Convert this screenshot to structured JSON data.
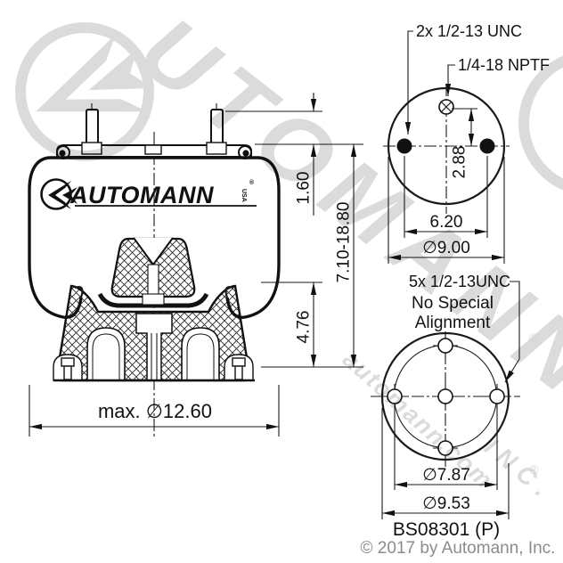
{
  "drawing": {
    "part_number": "BS08301 (P)",
    "copyright": "© 2017 by Automann, Inc.",
    "side_view": {
      "dim_stud_height": "1.60",
      "dim_design_height": "7.10-18.80",
      "dim_piston_height": "4.76",
      "dim_max_diameter": "max. ∅12.60",
      "logo_text": "AUTOMANN",
      "logo_sub": "USA",
      "logo_reg": "®"
    },
    "top_view": {
      "label_studs": "2x 1/2-13 UNC",
      "label_port": "1/4-18 NPTF",
      "dim_port_offset": "2.88",
      "dim_stud_spacing": "6.20",
      "dim_plate_diameter": "∅9.00"
    },
    "bottom_view": {
      "label_bolts": "5x 1/2-13UNC",
      "label_alignment_1": "No Special",
      "label_alignment_2": "Alignment",
      "dim_bolt_circle": "∅7.87",
      "dim_flange_diameter": "∅9.53"
    },
    "watermark": {
      "brand": "UTOMANN",
      "domain": "automann.com",
      "suffix": "INC.",
      "reg1": "®",
      "reg2": "®"
    }
  }
}
